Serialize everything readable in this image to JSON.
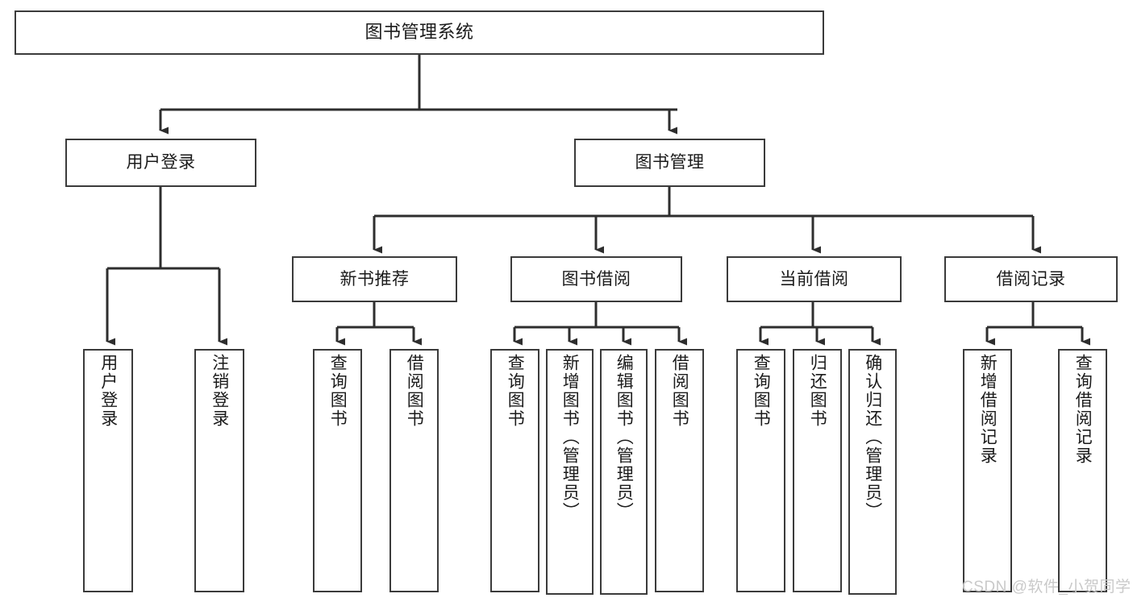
{
  "diagram": {
    "type": "tree-hierarchy-chart",
    "title": "图书管理系统",
    "watermark": "CSDN @软件_小贺同学",
    "colors": {
      "box_border": "#3b3b3b",
      "box_fill": "#ffffff",
      "connector": "#2e2e2e",
      "text": "#1b1b1b",
      "watermark": "#c9c9c9",
      "background": "#ffffff"
    },
    "levels": [
      {
        "level": 0,
        "nodes": [
          {
            "id": "root",
            "label": "图书管理系统",
            "orientation": "horizontal"
          }
        ]
      },
      {
        "level": 1,
        "nodes": [
          {
            "id": "login",
            "label": "用户登录",
            "orientation": "horizontal",
            "parent": "root"
          },
          {
            "id": "bookmgmt",
            "label": "图书管理",
            "orientation": "horizontal",
            "parent": "root"
          }
        ]
      },
      {
        "level": 2,
        "nodes": [
          {
            "id": "newbook",
            "label": "新书推荐",
            "orientation": "horizontal",
            "parent": "bookmgmt"
          },
          {
            "id": "borrow",
            "label": "图书借阅",
            "orientation": "horizontal",
            "parent": "bookmgmt"
          },
          {
            "id": "current",
            "label": "当前借阅",
            "orientation": "horizontal",
            "parent": "bookmgmt"
          },
          {
            "id": "records",
            "label": "借阅记录",
            "orientation": "horizontal",
            "parent": "bookmgmt"
          }
        ]
      },
      {
        "level": 3,
        "nodes": [
          {
            "id": "leaf1",
            "label": "用户登录",
            "orientation": "vertical",
            "parent": "login"
          },
          {
            "id": "leaf2",
            "label": "注销登录",
            "orientation": "vertical",
            "parent": "login"
          },
          {
            "id": "leaf3",
            "label": "查询图书",
            "orientation": "vertical",
            "parent": "newbook"
          },
          {
            "id": "leaf4",
            "label": "借阅图书",
            "orientation": "vertical",
            "parent": "newbook"
          },
          {
            "id": "leaf5",
            "label": "查询图书",
            "orientation": "vertical",
            "parent": "borrow"
          },
          {
            "id": "leaf6",
            "label": "新增图书（管理员）",
            "orientation": "vertical",
            "parent": "borrow"
          },
          {
            "id": "leaf7",
            "label": "编辑图书（管理员）",
            "orientation": "vertical",
            "parent": "borrow"
          },
          {
            "id": "leaf8",
            "label": "借阅图书",
            "orientation": "vertical",
            "parent": "borrow"
          },
          {
            "id": "leaf9",
            "label": "查询图书",
            "orientation": "vertical",
            "parent": "current"
          },
          {
            "id": "leaf10",
            "label": "归还图书",
            "orientation": "vertical",
            "parent": "current"
          },
          {
            "id": "leaf11",
            "label": "确认归还（管理员）",
            "orientation": "vertical",
            "parent": "current"
          },
          {
            "id": "leaf12",
            "label": "新增借阅记录",
            "orientation": "vertical",
            "parent": "records"
          },
          {
            "id": "leaf13",
            "label": "查询借阅记录",
            "orientation": "vertical",
            "parent": "records"
          }
        ]
      }
    ]
  }
}
